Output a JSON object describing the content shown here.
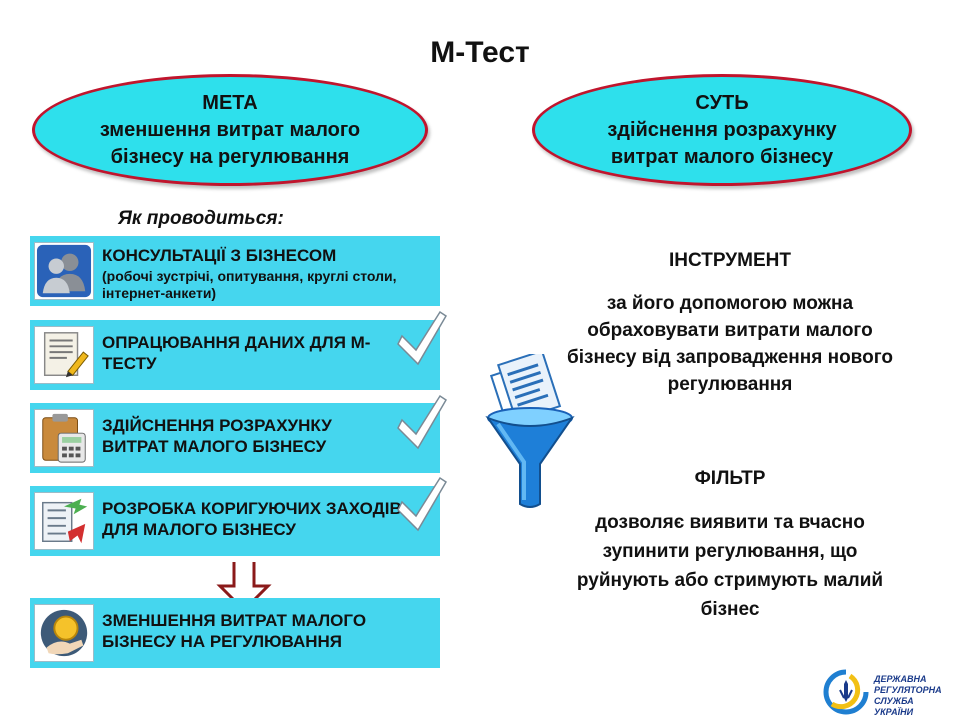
{
  "title": "М-Тест",
  "goal": {
    "heading": "МЕТА",
    "text": "зменшення витрат малого бізнесу на регулювання"
  },
  "essence": {
    "heading": "СУТЬ",
    "text": "здійснення розрахунку витрат малого бізнесу"
  },
  "how_label": "Як проводиться:",
  "steps": [
    {
      "title": "КОНСУЛЬТАЦІЇ З БІЗНЕСОМ",
      "subtitle": "(робочі зустрічі, опитування, круглі столи, інтернет-анкети)",
      "icon": "users-icon"
    },
    {
      "title": "ОПРАЦЮВАННЯ ДАНИХ ДЛЯ М-ТЕСТУ",
      "icon": "document-pencil-icon"
    },
    {
      "title": "ЗДІЙСНЕННЯ РОЗРАХУНКУ ВИТРАТ МАЛОГО БІЗНЕСУ",
      "icon": "calculator-clipboard-icon"
    },
    {
      "title": "РОЗРОБКА КОРИГУЮЧИХ ЗАХОДІВ ДЛЯ МАЛОГО БІЗНЕСУ",
      "icon": "checklist-arrows-icon"
    }
  ],
  "result": {
    "title": "ЗМЕНШЕННЯ ВИТРАТ МАЛОГО БІЗНЕСУ НА РЕГУЛЮВАННЯ",
    "icon": "coin-hand-icon"
  },
  "instrument": {
    "heading": "ІНСТРУМЕНТ",
    "text": "за його допомогою можна обраховувати витрати малого бізнесу від запровадження нового регулювання"
  },
  "filter": {
    "heading": "ФІЛЬТР",
    "text": "дозволяє виявити та вчасно зупинити регулювання, що руйнують або стримують малий бізнес"
  },
  "logo": {
    "line1": "ДЕРЖАВНА",
    "line2": "РЕГУЛЯТОРНА",
    "line3": "СЛУЖБА УКРАЇНИ"
  },
  "colors": {
    "oval_fill": "#2ee0ec",
    "oval_border": "#c0152d",
    "band": "#45d6ee",
    "arrow": "#8b1a1a"
  }
}
